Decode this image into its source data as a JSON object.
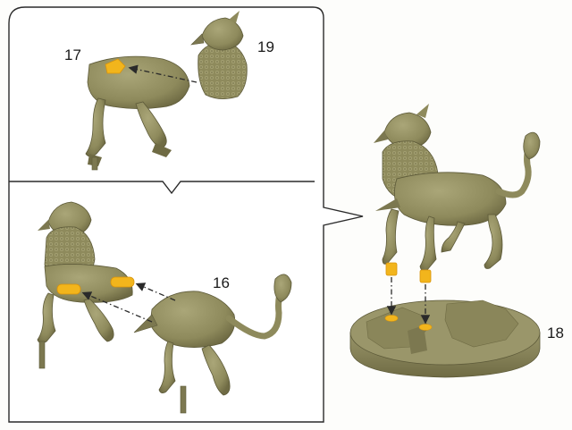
{
  "colors": {
    "model": "#8e8a5c",
    "model_shadow": "#6f6b44",
    "model_light": "#aaa678",
    "highlight": "#f2b51c",
    "highlight_dark": "#d8940c",
    "arrow": "#2a2a2a",
    "panel_border": "#2a2a2a",
    "background": "#fdfdfb"
  },
  "labels": {
    "part_17": "17",
    "part_19": "19",
    "part_16": "16",
    "part_18": "18"
  },
  "steps": [
    {
      "name": "attach-head",
      "parts": [
        "17",
        "19"
      ]
    },
    {
      "name": "attach-hindquarters",
      "parts": [
        "16"
      ]
    },
    {
      "name": "attach-base",
      "parts": [
        "18"
      ]
    }
  ]
}
